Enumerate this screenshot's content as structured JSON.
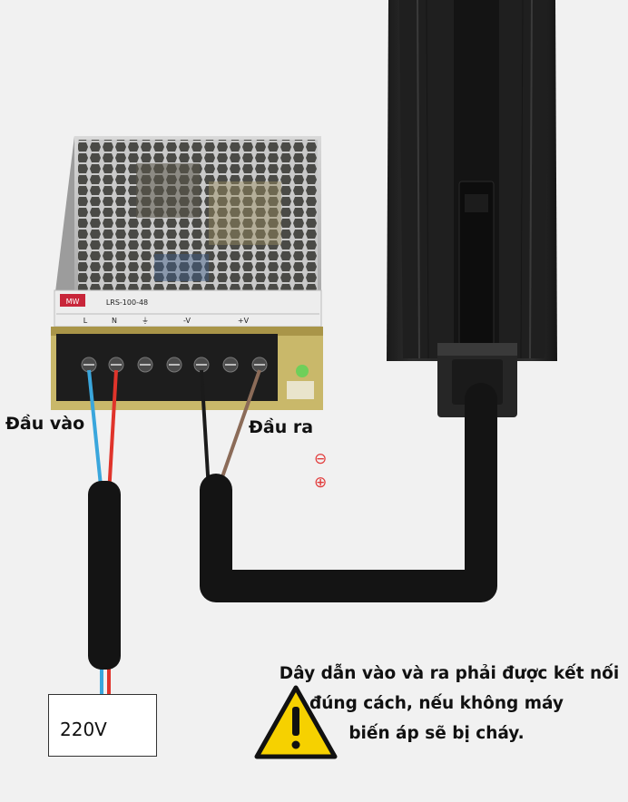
{
  "labels": {
    "input": "Đầu vào",
    "output": "Đầu ra",
    "minus_symbol": "⊖",
    "plus_symbol": "⊕"
  },
  "voltage_box": {
    "text": "220V"
  },
  "warning": {
    "line1": "Dây dẫn vào và ra phải được kết nối",
    "line2": "đúng cách, nếu không máy",
    "line3": "biến áp sẽ bị cháy.",
    "icon": "warning-triangle-icon"
  },
  "psu": {
    "model": "LRS-100-48",
    "brand_mark": "MW",
    "terminals": [
      "L",
      "N",
      "⏚",
      "-V",
      "+V"
    ]
  },
  "colors": {
    "wire_blue": "#3aa6dc",
    "wire_red": "#e0342b",
    "wire_brown": "#8b6b58",
    "wire_black": "#1b1b1b",
    "warning_yellow": "#f6d100",
    "polarity_red": "#e23b3b"
  }
}
